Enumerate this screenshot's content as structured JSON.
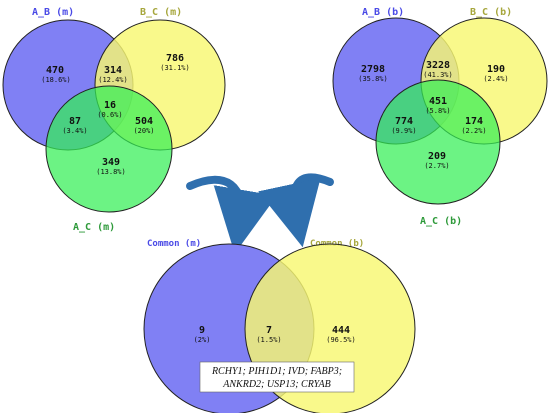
{
  "colors": {
    "blue": "#8080f4",
    "yellow": "#f8f871",
    "green": "#33ee55",
    "label_blue": "#4a4ae6",
    "label_olive": "#a6a63c",
    "label_green": "#2e9a3a",
    "arrow": "#2f6fae"
  },
  "venn_m": {
    "labels": {
      "a": "A_B (m)",
      "b": "B_C (m)",
      "c": "A_C (m)"
    },
    "regions": [
      {
        "id": "a_only",
        "count": "470",
        "percent": "(18.6%)"
      },
      {
        "id": "ab",
        "count": "314",
        "percent": "(12.4%)"
      },
      {
        "id": "b_only",
        "count": "786",
        "percent": "(31.1%)"
      },
      {
        "id": "abc",
        "count": "16",
        "percent": "(0.6%)"
      },
      {
        "id": "ac",
        "count": "87",
        "percent": "(3.4%)"
      },
      {
        "id": "bc",
        "count": "504",
        "percent": "(20%)"
      },
      {
        "id": "c_only",
        "count": "349",
        "percent": "(13.8%)"
      }
    ]
  },
  "venn_b": {
    "labels": {
      "a": "A_B (b)",
      "b": "B_C (b)",
      "c": "A_C (b)"
    },
    "regions": [
      {
        "id": "a_only",
        "count": "2798",
        "percent": "(35.8%)"
      },
      {
        "id": "ab",
        "count": "3228",
        "percent": "(41.3%)"
      },
      {
        "id": "b_only",
        "count": "190",
        "percent": "(2.4%)"
      },
      {
        "id": "abc",
        "count": "451",
        "percent": "(5.8%)"
      },
      {
        "id": "ac",
        "count": "774",
        "percent": "(9.9%)"
      },
      {
        "id": "bc",
        "count": "174",
        "percent": "(2.2%)"
      },
      {
        "id": "c_only",
        "count": "209",
        "percent": "(2.7%)"
      }
    ]
  },
  "venn_common": {
    "labels": {
      "a": "Common (m)",
      "b": "Common (b)"
    },
    "regions": [
      {
        "id": "a_only",
        "count": "9",
        "percent": "(2%)"
      },
      {
        "id": "ab",
        "count": "7",
        "percent": "(1.5%)"
      },
      {
        "id": "b_only",
        "count": "444",
        "percent": "(96.5%)"
      }
    ],
    "gene_box": {
      "line1": "RCHY1; PIH1D1; IVD; FABP3;",
      "line2": "ANKRD2; USP13; CRYAB"
    }
  }
}
